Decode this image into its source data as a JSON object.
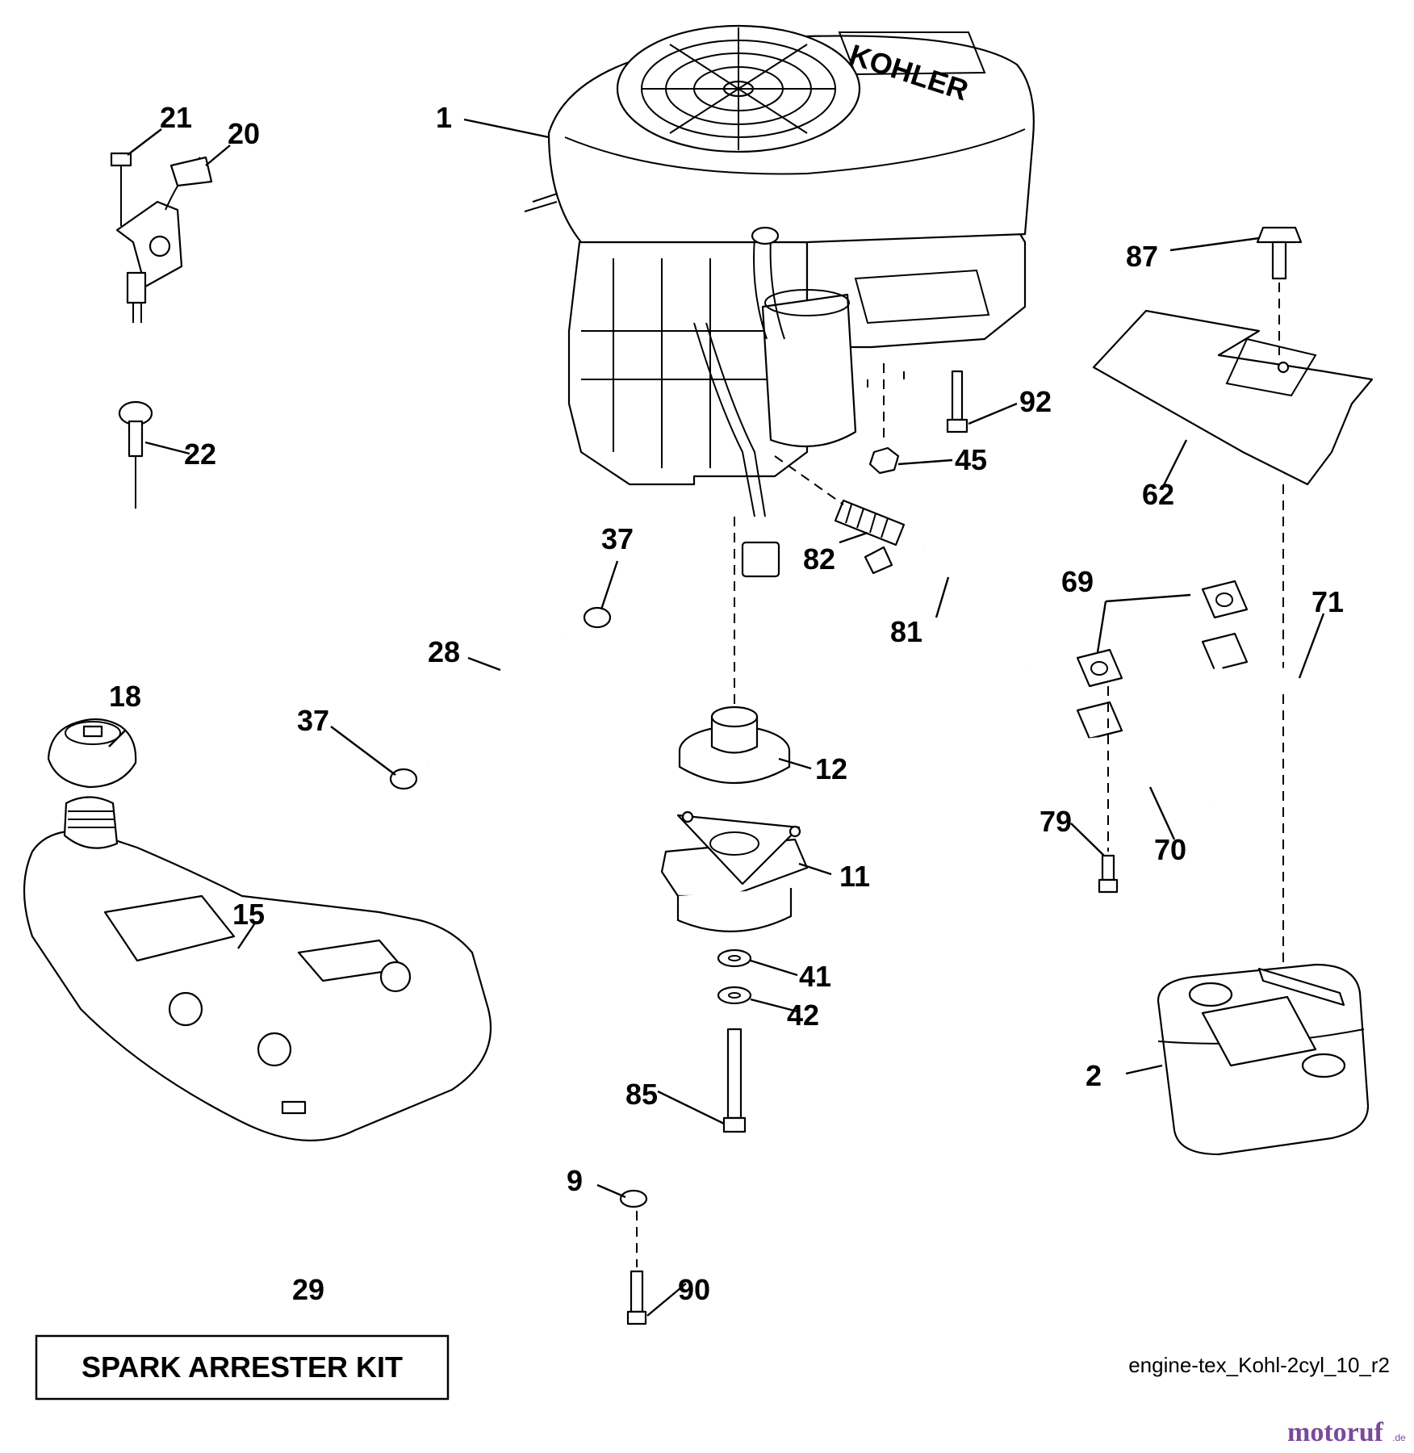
{
  "callouts": [
    {
      "id": "1",
      "label": "1"
    },
    {
      "id": "2",
      "label": "2"
    },
    {
      "id": "9",
      "label": "9"
    },
    {
      "id": "11",
      "label": "11"
    },
    {
      "id": "12",
      "label": "12"
    },
    {
      "id": "15",
      "label": "15"
    },
    {
      "id": "18",
      "label": "18"
    },
    {
      "id": "20",
      "label": "20"
    },
    {
      "id": "21",
      "label": "21"
    },
    {
      "id": "22",
      "label": "22"
    },
    {
      "id": "28",
      "label": "28"
    },
    {
      "id": "29",
      "label": "29"
    },
    {
      "id": "37a",
      "label": "37"
    },
    {
      "id": "37b",
      "label": "37"
    },
    {
      "id": "41",
      "label": "41"
    },
    {
      "id": "42",
      "label": "42"
    },
    {
      "id": "45",
      "label": "45"
    },
    {
      "id": "62",
      "label": "62"
    },
    {
      "id": "69",
      "label": "69"
    },
    {
      "id": "70",
      "label": "70"
    },
    {
      "id": "71",
      "label": "71"
    },
    {
      "id": "79",
      "label": "79"
    },
    {
      "id": "81",
      "label": "81"
    },
    {
      "id": "82",
      "label": "82"
    },
    {
      "id": "85",
      "label": "85"
    },
    {
      "id": "87",
      "label": "87"
    },
    {
      "id": "90",
      "label": "90"
    },
    {
      "id": "92",
      "label": "92"
    }
  ],
  "kit_label": "SPARK ARRESTER KIT",
  "drawing_ref": "engine-tex_Kohl-2cyl_10_r2",
  "watermark": {
    "main": "motoruf",
    "suffix": ".de"
  },
  "engine_brand": "KOHLER"
}
